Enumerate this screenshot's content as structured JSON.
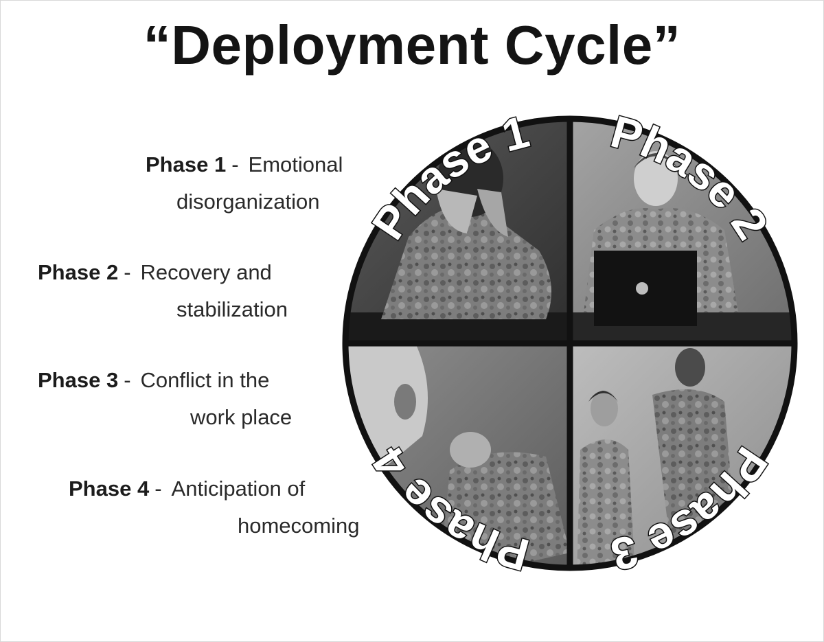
{
  "title": "“Deployment Cycle”",
  "phases": [
    {
      "label": "Phase 1",
      "dash": "-",
      "line1": "Emotional",
      "line2": "disorganization"
    },
    {
      "label": "Phase 2",
      "dash": "-",
      "line1": "Recovery and",
      "line2": "stabilization"
    },
    {
      "label": "Phase 3",
      "dash": "-",
      "line1": "Conflict in the",
      "line2": "work place"
    },
    {
      "label": "Phase 4",
      "dash": "-",
      "line1": "Anticipation of",
      "line2": "homecoming"
    }
  ],
  "wheel": {
    "quadrants": [
      {
        "label": "Phase 1",
        "scene": "soldier with head in hands at desk"
      },
      {
        "label": "Phase 2",
        "scene": "soldier seated at laptop"
      },
      {
        "label": "Phase 3",
        "scene": "two soldiers in heated discussion"
      },
      {
        "label": "Phase 4",
        "scene": "soldier hugging child"
      }
    ]
  }
}
